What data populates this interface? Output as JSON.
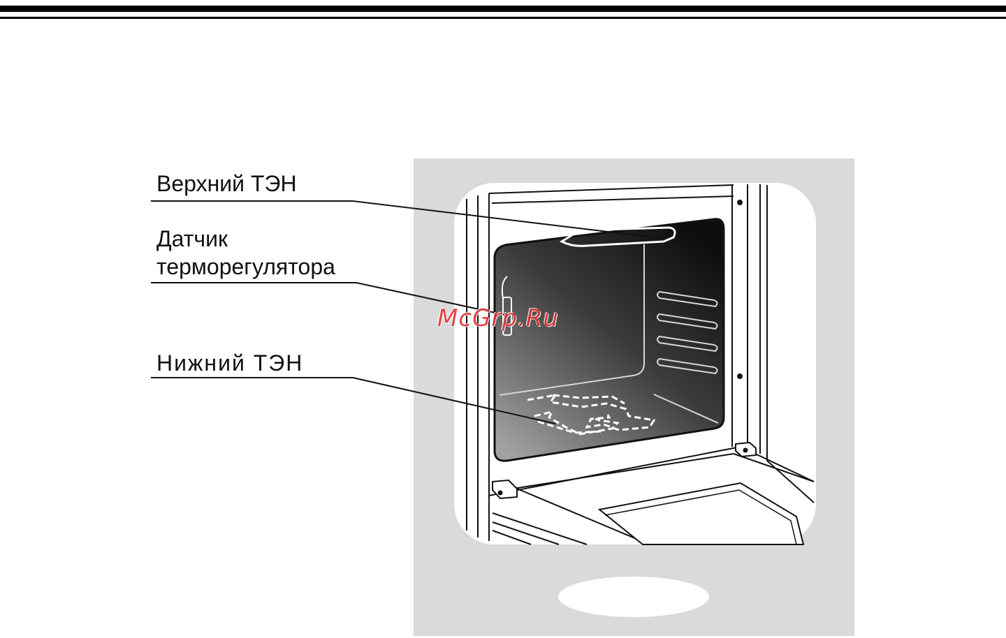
{
  "labels": {
    "upper_element": "Верхний ТЭН",
    "sensor_line1": "Датчик",
    "sensor_line2": "терморегулятора",
    "lower_element": "Нижний ТЭН"
  },
  "watermark": "McGrp.Ru",
  "colors": {
    "panel_gray": "#d9dadb",
    "cavity_dark": "#1a1a1a",
    "cavity_light": "#8e8e8e",
    "line": "#111111",
    "watermark_red": "#e03535"
  }
}
